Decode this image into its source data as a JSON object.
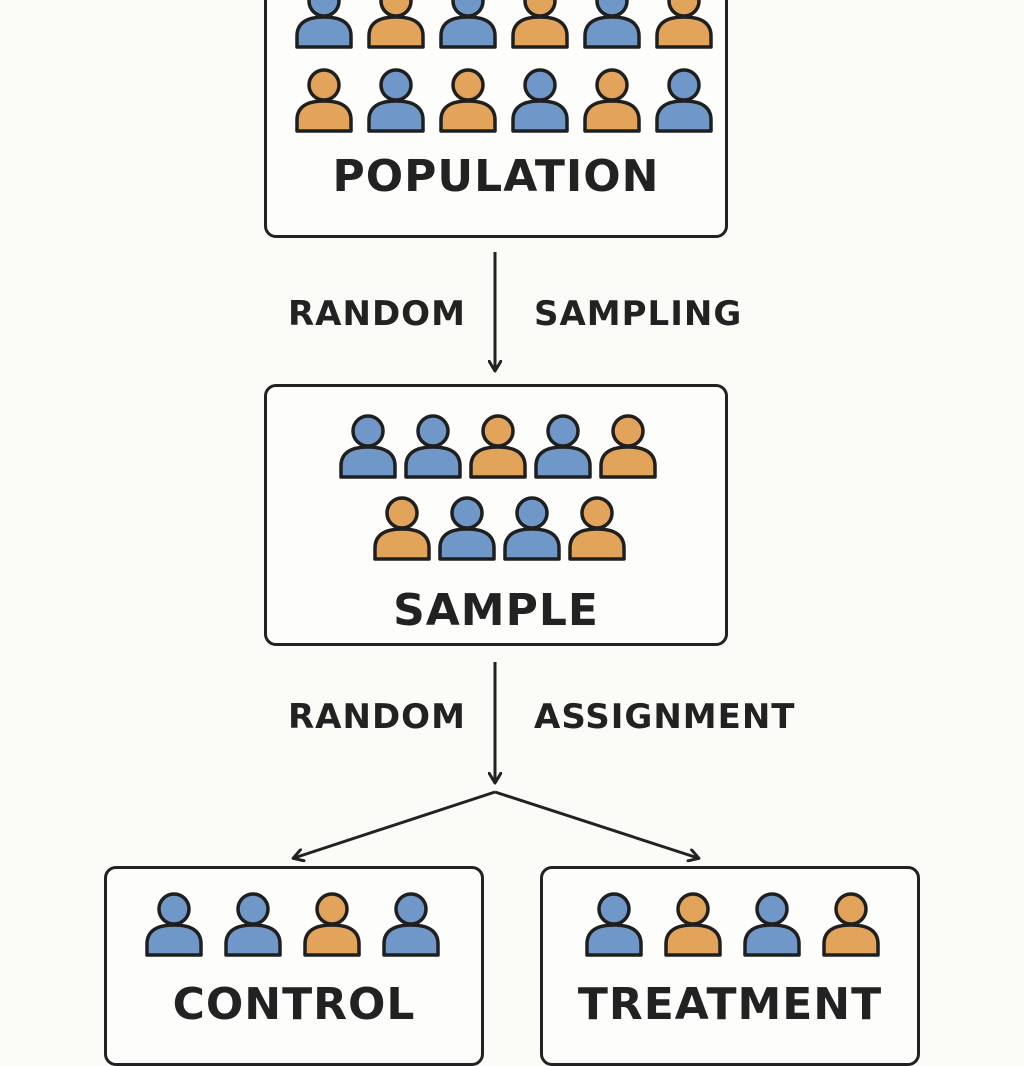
{
  "palette": {
    "blue": "#6f98c9",
    "orange": "#e2a35a",
    "outline": "#1f1f1f"
  },
  "population": {
    "label": "POPULATION",
    "rows": [
      [
        "blue",
        "orange",
        "blue",
        "orange",
        "blue",
        "orange"
      ],
      [
        "orange",
        "blue",
        "orange",
        "blue",
        "orange",
        "blue"
      ]
    ]
  },
  "arrow1": {
    "left_label": "RANDOM",
    "right_label": "SAMPLING"
  },
  "sample": {
    "label": "SAMPLE",
    "rows": [
      [
        "blue",
        "blue",
        "orange",
        "blue",
        "orange"
      ],
      [
        "orange",
        "blue",
        "blue",
        "orange"
      ]
    ]
  },
  "arrow2": {
    "left_label": "RANDOM",
    "right_label": "ASSIGNMENT"
  },
  "control": {
    "label": "CONTROL",
    "rows": [
      [
        "blue",
        "blue",
        "orange",
        "blue"
      ]
    ]
  },
  "treatment": {
    "label": "TREATMENT",
    "rows": [
      [
        "blue",
        "orange",
        "blue",
        "orange"
      ]
    ]
  }
}
